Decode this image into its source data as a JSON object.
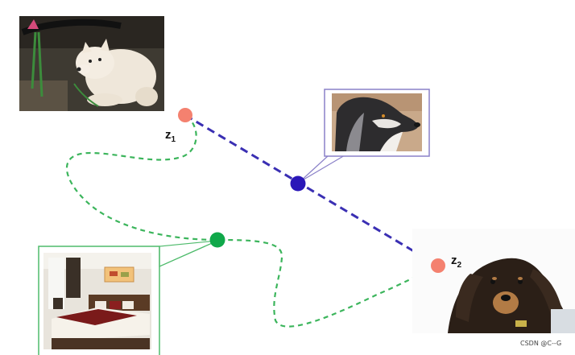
{
  "labels": {
    "z1_main": "z",
    "z1_sub": "1",
    "z2_main": "z",
    "z2_sub": "2"
  },
  "watermark": "CSDN @C--G",
  "colors": {
    "endpoint": "#f4816f",
    "straight_path": "#3a2fb3",
    "straight_midpoint": "#2a17b8",
    "curved_path": "#3cb55c",
    "curved_midpoint": "#10a84a",
    "callout_purple": "#8a80c8",
    "callout_green": "#4fbb6c"
  },
  "images": {
    "top_left": "white-dog-photo",
    "callout_purple": "border-collie-profile-photo",
    "callout_green": "bedroom-photo",
    "bottom_right": "dachshund-photo"
  }
}
